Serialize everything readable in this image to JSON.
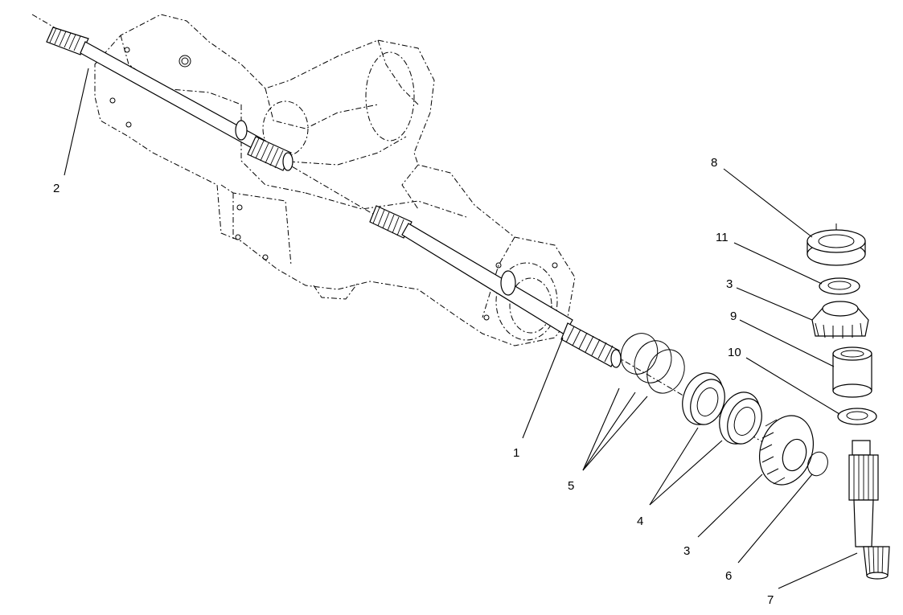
{
  "callouts": {
    "c1": "1",
    "c2": "2",
    "c3a": "3",
    "c3b": "3",
    "c4": "4",
    "c5": "5",
    "c6": "6",
    "c7": "7",
    "c8": "8",
    "c9": "9",
    "c10": "10",
    "c11": "11"
  }
}
